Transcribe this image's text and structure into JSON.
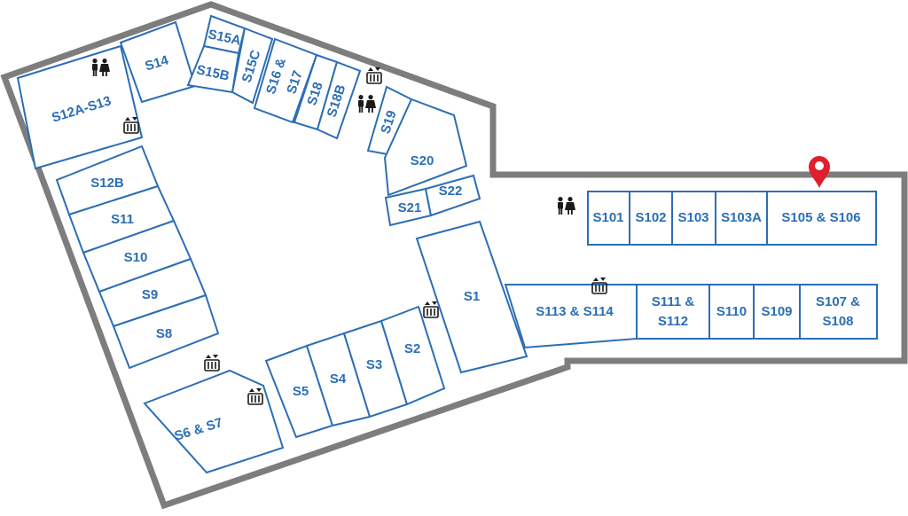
{
  "map": {
    "pin_color": "#e0202c",
    "unit_color": "#2b6eb5",
    "outline_color": "#7d7d7d",
    "units": {
      "s12a_s13": "S12A-S13",
      "s14": "S14",
      "s15a": "S15A",
      "s15b": "S15B",
      "s15c": "S15C",
      "s16_s17_line1": "S16 &",
      "s16_s17_line2": "S17",
      "s18": "S18",
      "s18b": "S18B",
      "s19": "S19",
      "s20": "S20",
      "s21": "S21",
      "s22": "S22",
      "s12b": "S12B",
      "s11": "S11",
      "s10": "S10",
      "s9": "S9",
      "s8": "S8",
      "s6_s7": "S6 & S7",
      "s5": "S5",
      "s4": "S4",
      "s3": "S3",
      "s2": "S2",
      "s1": "S1",
      "s101": "S101",
      "s102": "S102",
      "s103": "S103",
      "s103a": "S103A",
      "s105_s106": "S105 & S106",
      "s113_s114": "S113 & S114",
      "s111_s112_line1": "S111 &",
      "s111_s112_line2": "S112",
      "s110": "S110",
      "s109": "S109",
      "s107_s108_line1": "S107 &",
      "s107_s108_line2": "S108"
    }
  }
}
